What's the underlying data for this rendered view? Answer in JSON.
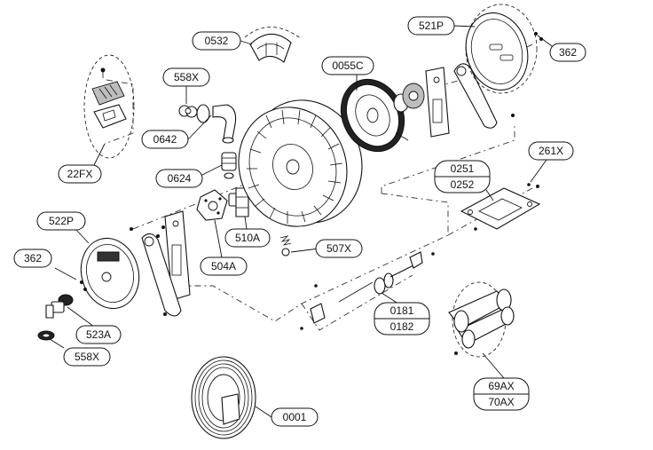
{
  "diagram": {
    "callouts": {
      "c0532": "0532",
      "c521P": "521P",
      "c362_top": "362",
      "c558X_top": "558X",
      "c0055C": "0055C",
      "c0642": "0642",
      "c22FX": "22FX",
      "c0624": "0624",
      "c261X": "261X",
      "c0251": "0251",
      "c0252": "0252",
      "c522P": "522P",
      "c510A": "510A",
      "c362_left": "362",
      "c504A": "504A",
      "c507X": "507X",
      "c0181": "0181",
      "c0182": "0182",
      "c523A": "523A",
      "c558X_bottom": "558X",
      "c69AX": "69AX",
      "c70AX": "70AX",
      "c0001": "0001"
    }
  }
}
